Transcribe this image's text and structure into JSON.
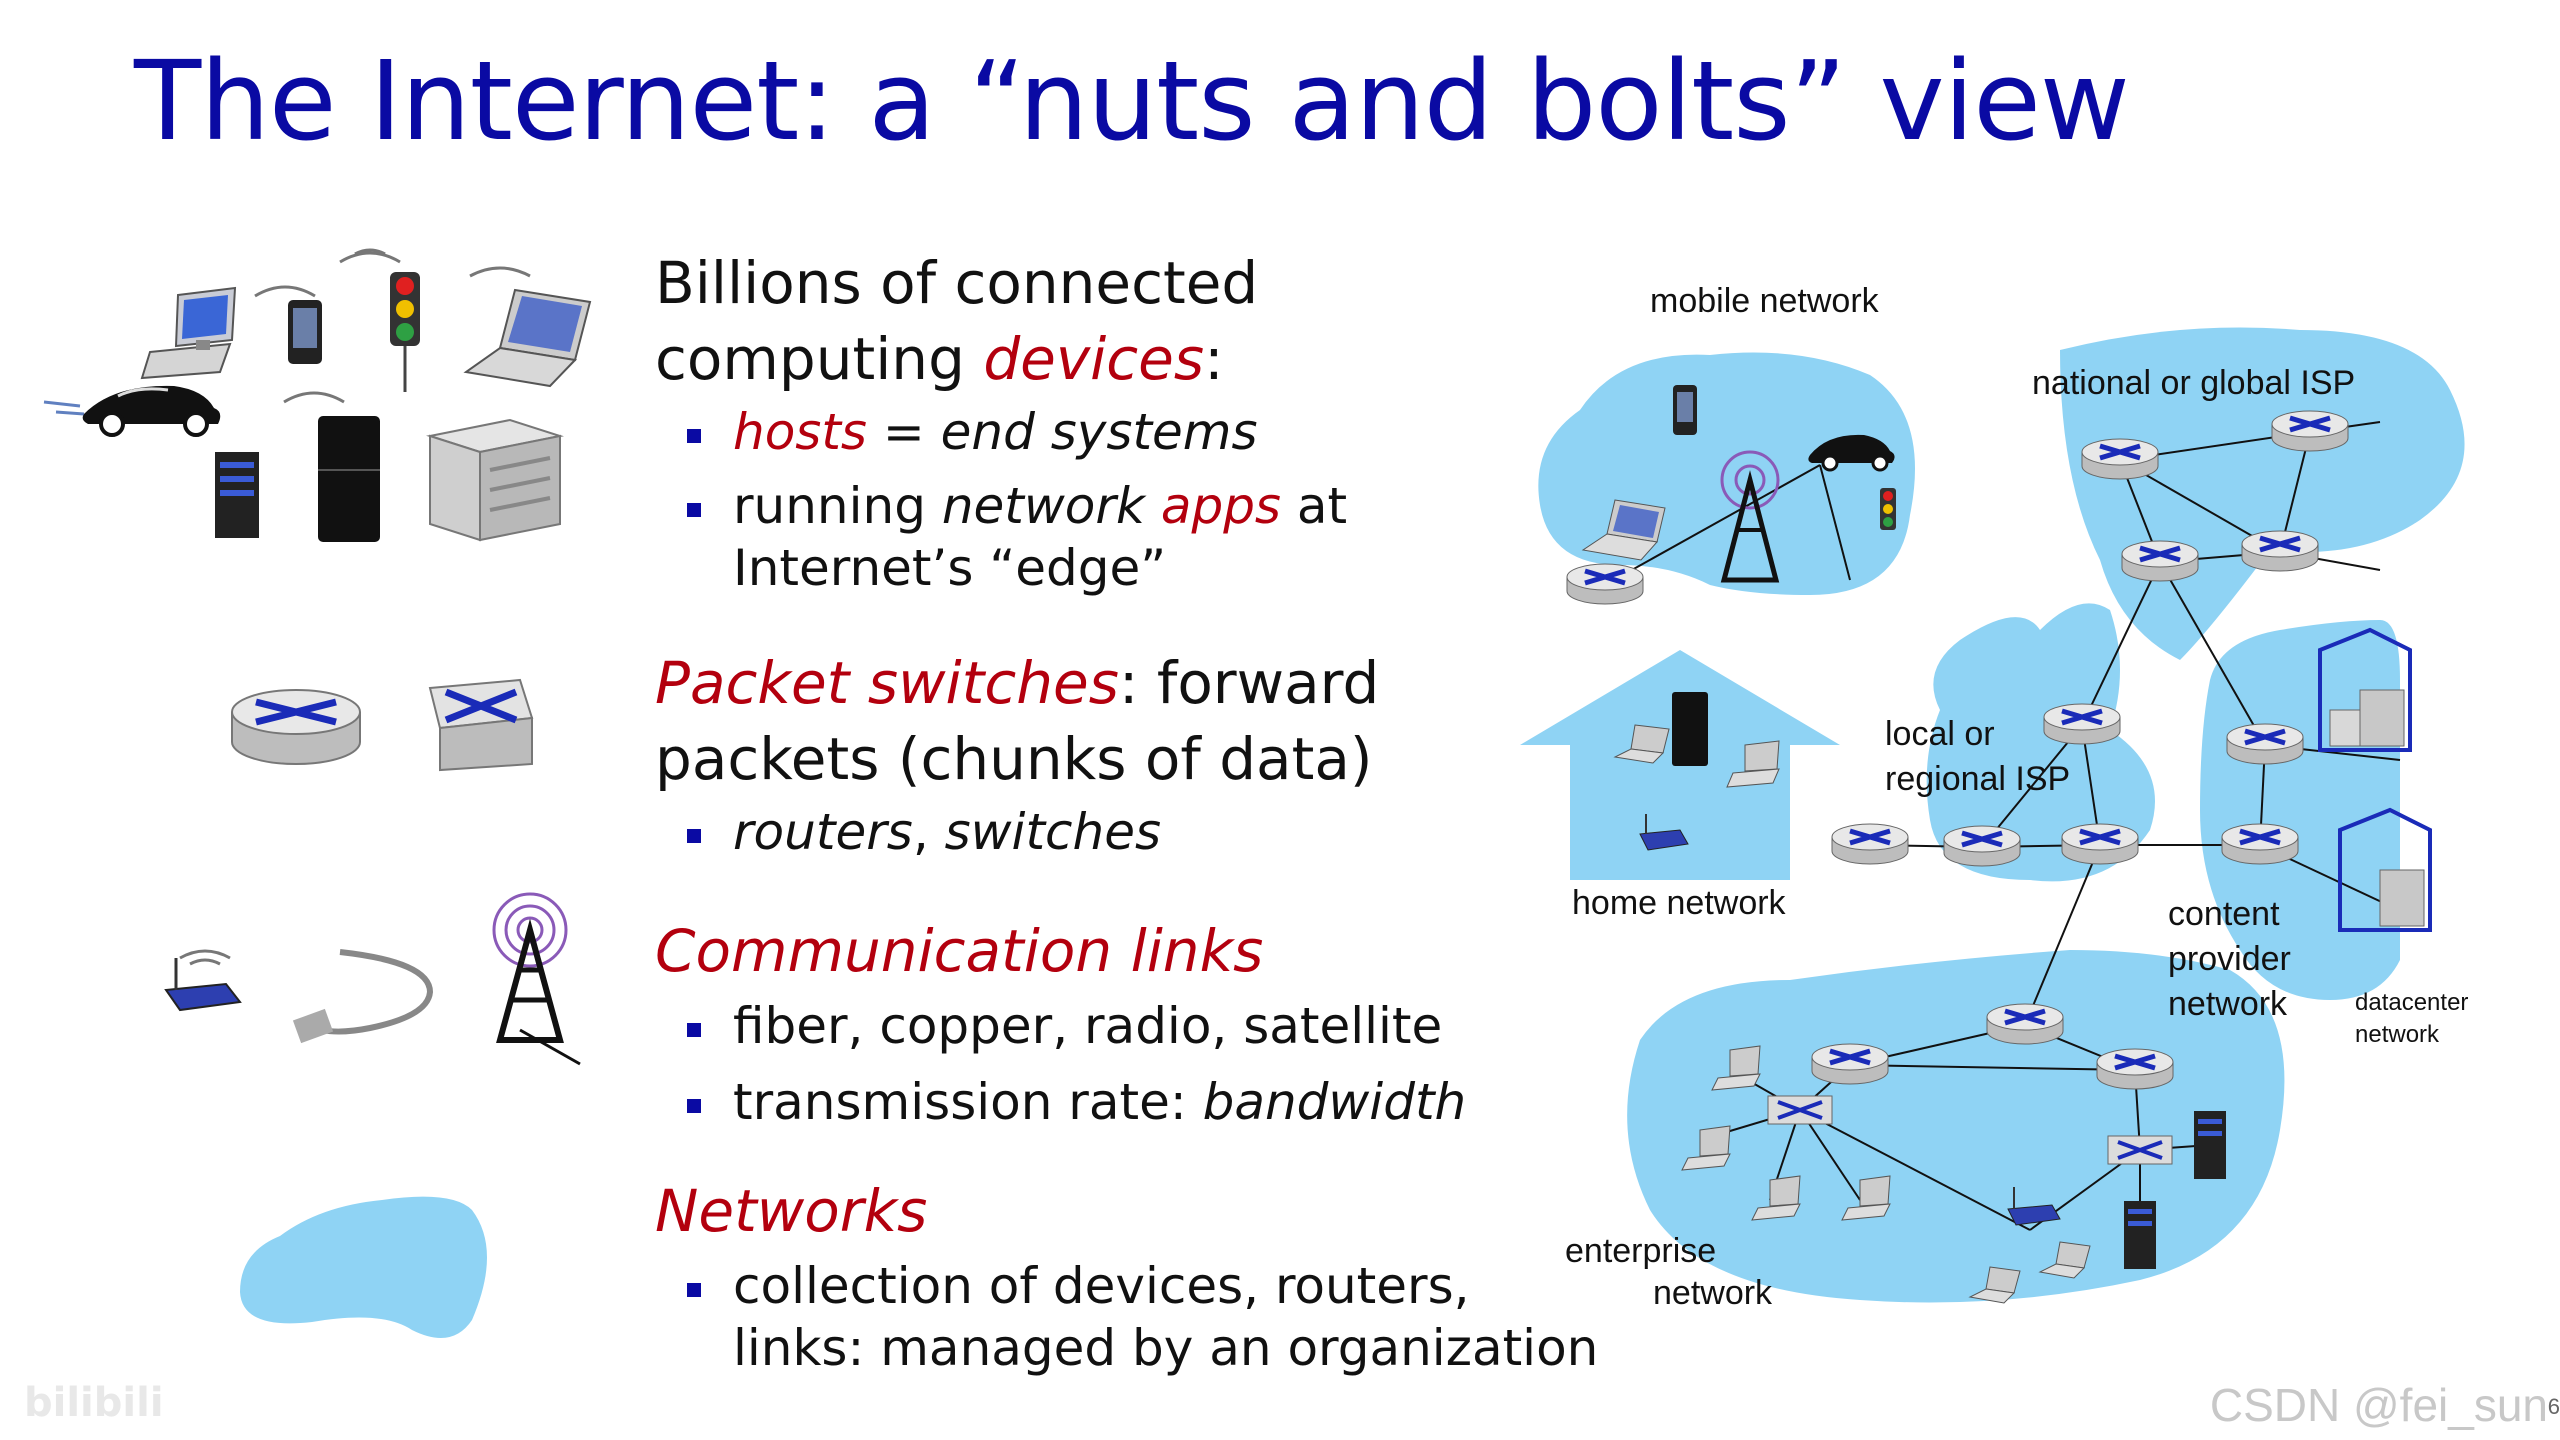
{
  "slide": {
    "title": "The Internet: a “nuts and bolts” view",
    "slide_number": "6"
  },
  "devices_section": {
    "heading_line1": "Billions of connected",
    "heading_line2_pre": "computing ",
    "heading_line2_em": "devices",
    "heading_line2_post": ":",
    "bullet1_em1": "hosts",
    "bullet1_mid": " = ",
    "bullet1_em2": "end systems",
    "bullet2_pre": "running ",
    "bullet2_em1": "network",
    "bullet2_sp": " ",
    "bullet2_em2": "apps",
    "bullet2_post": " at",
    "bullet2_line2": "Internet’s “edge”"
  },
  "switches_section": {
    "heading_em": "Packet switches",
    "heading_post": ": forward",
    "heading_line2": "packets (chunks of data)",
    "bullet1_em1": "routers",
    "bullet1_mid": ", ",
    "bullet1_em2": "switches"
  },
  "links_section": {
    "heading": "Communication links",
    "bullet1": "fiber, copper, radio, satellite",
    "bullet2_pre": "transmission rate: ",
    "bullet2_em": "bandwidth"
  },
  "networks_section": {
    "heading": "Networks",
    "bullet1_line1": "collection of devices, routers,",
    "bullet1_line2": "links: managed by an organization"
  },
  "diagram_labels": {
    "mobile": "mobile network",
    "isp_global": "national or global ISP",
    "isp_local_1": "local or",
    "isp_local_2": "regional ISP",
    "home": "home network",
    "content_1": "content",
    "content_2": "provider",
    "content_3": "network",
    "datacenter_1": "datacenter",
    "datacenter_2": "network",
    "enterprise_1": "enterprise",
    "enterprise_2": "network"
  },
  "watermarks": {
    "csdn": "CSDN @fei_sun",
    "bilibili": "bilibili"
  },
  "colors": {
    "title_blue": "#0a0aa3",
    "accent_red": "#b3000e",
    "cloud_blue": "#8fd3f4",
    "router_blue": "#1a2bb8"
  },
  "icons": [
    "desktop-icon",
    "smartphone-icon",
    "traffic-light-icon",
    "laptop-icon",
    "car-icon",
    "server-icon",
    "refrigerator-icon",
    "server-rack-icon",
    "router-icon",
    "switch-icon",
    "wifi-router-icon",
    "ethernet-cable-icon",
    "cell-tower-icon",
    "network-cloud-icon"
  ]
}
